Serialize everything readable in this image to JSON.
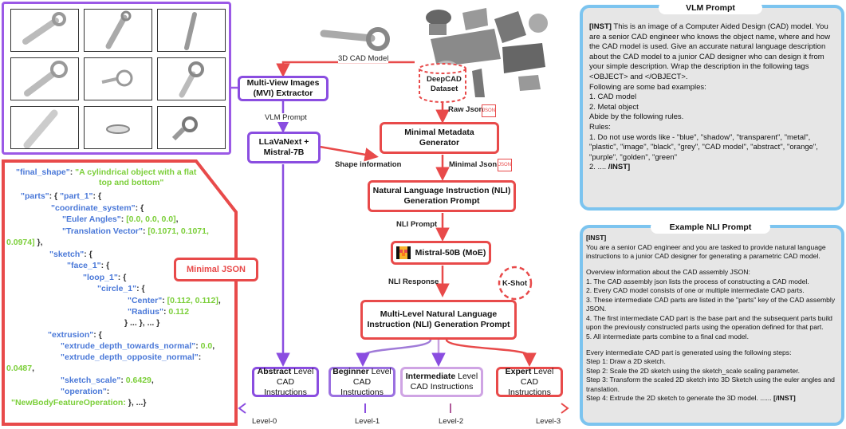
{
  "top": {
    "cad_model_label": "3D CAD Model",
    "dataset_label_1": "DeepCAD",
    "dataset_label_2": "Dataset",
    "raw_json_label": "Raw Json",
    "json_icon_text": "JSON"
  },
  "boxes": {
    "mvi_line1": "Multi-View Images",
    "mvi_line2": "(MVI) Extractor",
    "vlm_prompt_label": "VLM Prompt",
    "llava_line1": "LLaVaNext +",
    "llava_line2": "Mistral-7B",
    "shape_info_label": "Shape information",
    "minimal_meta_line1": "Minimal Metadata",
    "minimal_meta_line2": "Generator",
    "minimal_json_label": "Minimal Json",
    "nli_gen_line1": "Natural Language Instruction (NLI)",
    "nli_gen_line2": "Generation Prompt",
    "nli_prompt_label": "NLI Prompt",
    "mistral_label": "Mistral-50B (MoE)",
    "nli_response_label": "NLI Response",
    "kshot_label": "K-Shot",
    "multi_line1": "Multi-Level Natural Language",
    "multi_line2": "Instruction (NLI) Generation Prompt",
    "minimal_json_box": "Minimal JSON"
  },
  "levels": [
    {
      "bold": "Abstract",
      "rest": "Level",
      "line2": "CAD Instructions",
      "axis": "Level-0"
    },
    {
      "bold": "Beginner",
      "rest": "Level",
      "line2": "CAD Instructions",
      "axis": "Level-1"
    },
    {
      "bold": "Intermediate",
      "rest": "Level",
      "line2": "CAD Instructions",
      "axis": "Level-2"
    },
    {
      "bold": "Expert",
      "rest": "Level",
      "line2": "CAD Instructions",
      "axis": "Level-3"
    }
  ],
  "json_lines": [
    [
      [
        "k",
        "\"final_shape\""
      ],
      [
        "p",
        ": "
      ],
      [
        "v",
        "\"A cylindrical object with a flat"
      ]
    ],
    [
      [
        "v",
        "top and bottom\""
      ]
    ],
    [
      [
        "k",
        "\"parts\""
      ],
      [
        "p",
        ": { "
      ],
      [
        "k",
        "\"part_1\""
      ],
      [
        "p",
        ":  {"
      ]
    ],
    [
      [
        "k",
        "\"coordinate_system\""
      ],
      [
        "p",
        ": {"
      ]
    ],
    [
      [
        "k",
        "\"Euler Angles\""
      ],
      [
        "p",
        ": "
      ],
      [
        "v",
        "[0.0, 0.0, 0.0]"
      ],
      [
        "p",
        ","
      ]
    ],
    [
      [
        "k",
        "\"Translation Vector\""
      ],
      [
        "p",
        ": "
      ],
      [
        "v",
        "[0.1071, 0.1071,"
      ]
    ],
    [
      [
        "v",
        "0.0974]"
      ],
      [
        "p",
        " },"
      ]
    ],
    [
      [
        "k",
        "\"sketch\""
      ],
      [
        "p",
        ": {"
      ]
    ],
    [
      [
        "k",
        "\"face_1\""
      ],
      [
        "p",
        ": {"
      ]
    ],
    [
      [
        "k",
        "\"loop_1\""
      ],
      [
        "p",
        ": {"
      ]
    ],
    [
      [
        "k",
        "\"circle_1\""
      ],
      [
        "p",
        ": {"
      ]
    ],
    [
      [
        "k",
        "\"Center\""
      ],
      [
        "p",
        ": "
      ],
      [
        "v",
        "[0.112, 0.112]"
      ],
      [
        "p",
        ","
      ]
    ],
    [
      [
        "k",
        "\"Radius\""
      ],
      [
        "p",
        ": "
      ],
      [
        "v",
        "0.112"
      ]
    ],
    [
      [
        "p",
        "} ... }, ... }"
      ]
    ],
    [
      [
        "k",
        "\"extrusion\""
      ],
      [
        "p",
        ": {"
      ]
    ],
    [
      [
        "k",
        "\"extrude_depth_towards_normal\""
      ],
      [
        "p",
        ": "
      ],
      [
        "v",
        "0.0"
      ],
      [
        "p",
        ","
      ]
    ],
    [
      [
        "k",
        "\"extrude_depth_opposite_normal\""
      ],
      [
        "p",
        ":"
      ]
    ],
    [
      [
        "v",
        "0.0487"
      ],
      [
        "p",
        ","
      ]
    ],
    [
      [
        "k",
        "\"sketch_scale\""
      ],
      [
        "p",
        ": "
      ],
      [
        "v",
        "0.6429"
      ],
      [
        "p",
        ","
      ]
    ],
    [
      [
        "k",
        "\"operation\""
      ],
      [
        "p",
        ":"
      ]
    ],
    [
      [
        "v",
        "\"NewBodyFeatureOperation: "
      ],
      [
        "p",
        "}, ...}"
      ]
    ]
  ],
  "vlm_prompt": {
    "title": "VLM Prompt",
    "lines": [
      [
        [
          "b",
          "[INST]"
        ],
        [
          "n",
          " This is an image of a Computer Aided Design (CAD) model.  You"
        ]
      ],
      [
        [
          "n",
          "are a senior CAD engineer who knows the object name, where and how"
        ]
      ],
      [
        [
          "n",
          "the CAD model is used. Give an accurate natural language description"
        ]
      ],
      [
        [
          "n",
          "about the CAD model to a junior CAD designer who can design it from"
        ]
      ],
      [
        [
          "n",
          "your simple description. Wrap the description in the following tags"
        ]
      ],
      [
        [
          "n",
          "<OBJECT> and </OBJECT>."
        ]
      ],
      [
        [
          "n",
          "Following are some bad examples:"
        ]
      ],
      [
        [
          "n",
          "1. CAD model"
        ]
      ],
      [
        [
          "n",
          "2. Metal object"
        ]
      ],
      [
        [
          "n",
          "Abide by the following rules."
        ]
      ],
      [
        [
          "n",
          "Rules:"
        ]
      ],
      [
        [
          "n",
          "1. Do not use words like - \"blue\", \"shadow\", \"transparent\", \"metal\","
        ]
      ],
      [
        [
          "n",
          "\"plastic\", \"image\", \"black\", \"grey\", \"CAD model\", \"abstract\", \"orange\","
        ]
      ],
      [
        [
          "n",
          "\"purple\", \"golden\", \"green\""
        ]
      ],
      [
        [
          "n",
          "2. .... "
        ],
        [
          "b",
          "/INST]"
        ]
      ]
    ]
  },
  "nli_prompt": {
    "title": "Example NLI Prompt",
    "lines": [
      [
        [
          "b",
          "[INST]"
        ]
      ],
      [
        [
          "n",
          " You are a senior CAD engineer and you are tasked to provide natural language"
        ]
      ],
      [
        [
          "n",
          "instructions to a junior CAD designer for generating a parametric CAD model."
        ]
      ],
      [
        [
          "n",
          ""
        ]
      ],
      [
        [
          "n",
          "Overview information about the CAD assembly JSON:"
        ]
      ],
      [
        [
          "n",
          "1. The CAD assembly json lists the process of constructing a CAD model."
        ]
      ],
      [
        [
          "n",
          "2. Every CAD model consists of one or multiple intermediate CAD parts."
        ]
      ],
      [
        [
          "n",
          "3. These intermediate CAD parts are listed in the \"parts\" key of the CAD assembly"
        ]
      ],
      [
        [
          "n",
          "JSON."
        ]
      ],
      [
        [
          "n",
          " 4. The first intermediate CAD part is the base part and the subsequent parts build"
        ]
      ],
      [
        [
          "n",
          "upon the previously constructed parts using the operation defined for that part."
        ]
      ],
      [
        [
          "n",
          " 5. All intermediate parts combine to a final cad model."
        ]
      ],
      [
        [
          "n",
          ""
        ]
      ],
      [
        [
          "n",
          "Every intermediate CAD part is generated using the following steps:"
        ]
      ],
      [
        [
          "n",
          " Step 1: Draw a 2D sketch."
        ]
      ],
      [
        [
          "n",
          " Step 2: Scale the 2D sketch using the sketch_scale scaling parameter."
        ]
      ],
      [
        [
          "n",
          " Step 3: Transform the scaled 2D sketch into 3D Sketch using the euler angles and"
        ]
      ],
      [
        [
          "n",
          "translation."
        ]
      ],
      [
        [
          "n",
          " Step 4: Extrude the 2D sketch to generate the 3D model. ......  "
        ],
        [
          "b",
          "[/INST]"
        ]
      ]
    ]
  },
  "colors": {
    "red": "#e84a4a",
    "purple": "#8a4de0",
    "blue": "#7cc4ef",
    "key": "#4a78d8",
    "value": "#7ccf3a"
  }
}
